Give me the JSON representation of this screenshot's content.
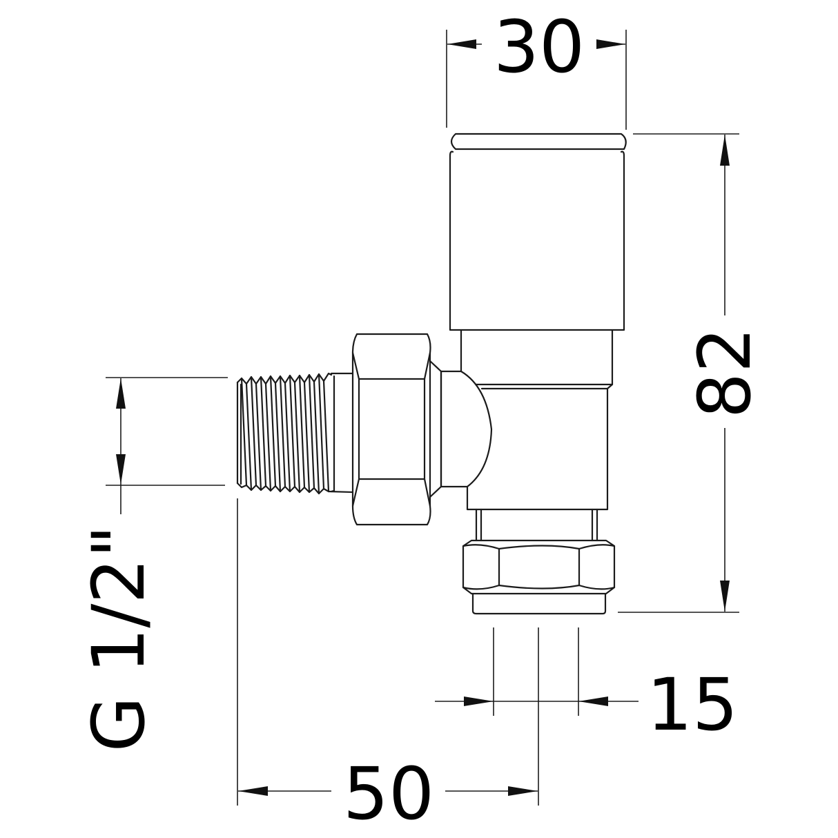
{
  "diagram": {
    "type": "technical-dimension-drawing",
    "subject": "angled radiator valve",
    "units": "mm",
    "colors": {
      "line": "#1a1a1a",
      "background": "#ffffff",
      "text": "#000000"
    },
    "dimensions": {
      "head_width": {
        "label": "30",
        "orientation": "horizontal"
      },
      "overall_height": {
        "label": "82",
        "orientation": "vertical"
      },
      "pipe_diameter": {
        "label": "15",
        "orientation": "horizontal"
      },
      "horizontal_reach": {
        "label": "50",
        "orientation": "horizontal"
      },
      "thread_size": {
        "label": "G 1/2\"",
        "orientation": "vertical"
      }
    }
  }
}
